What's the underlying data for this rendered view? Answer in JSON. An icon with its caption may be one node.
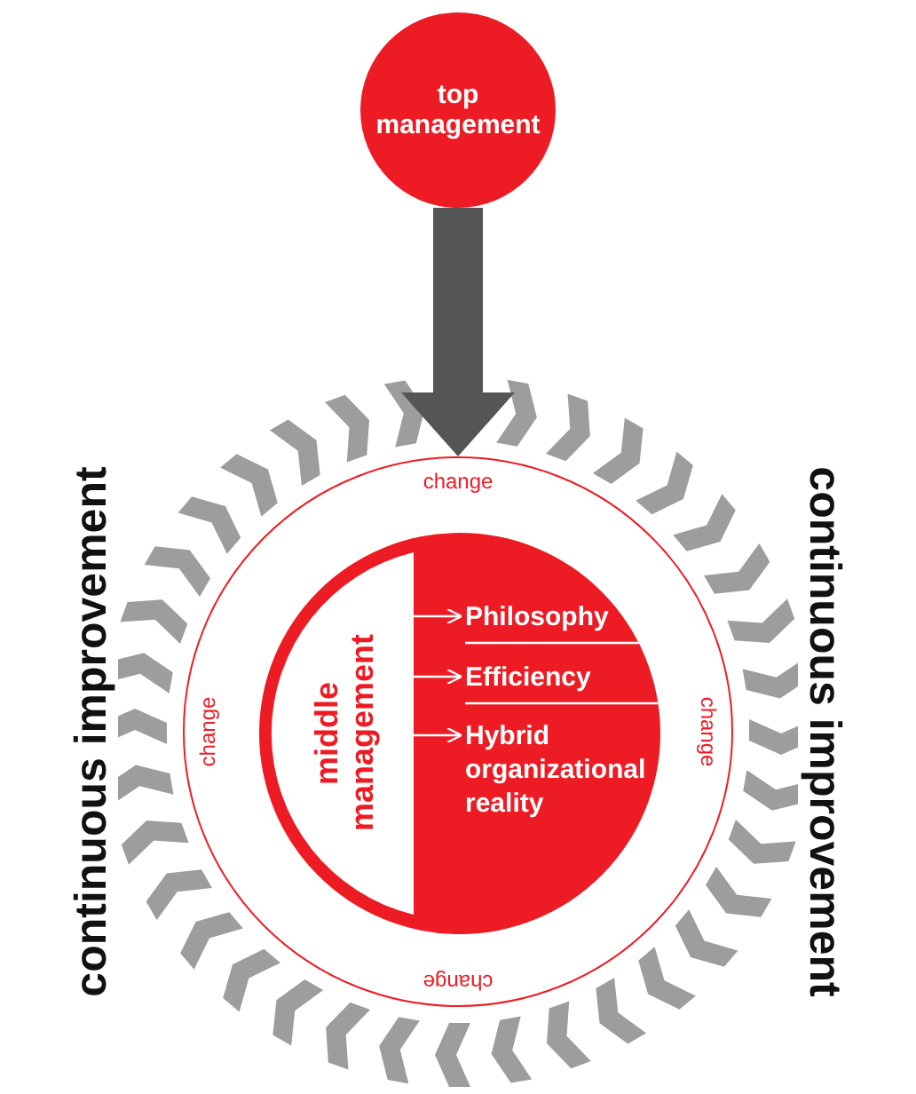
{
  "diagram": {
    "nodes": [
      {
        "text": [
          "top management"
        ]
      },
      {
        "text": [],
        "shape": "circle"
      },
      {
        "text": [],
        "shape": "circle",
        "in": 1
      },
      {
        "text": [
          "middle management"
        ],
        "in": 2
      },
      {
        "text": [
          "Philosophy"
        ],
        "in": 2
      },
      {
        "text": [
          "Efficiency"
        ],
        "in": 2
      },
      {
        "text": [
          "Hybrid organizational reality"
        ],
        "in": 2
      }
    ],
    "edges": [
      {
        "from": 0,
        "to": 1,
        "arrow": "to",
        "style": "thick",
        "color": "#555555"
      },
      {
        "from": 3,
        "to": 4,
        "arrow": "to"
      },
      {
        "from": 3,
        "to": 5,
        "arrow": "to"
      },
      {
        "from": 3,
        "to": 6,
        "arrow": "to"
      }
    ],
    "labels": [
      "change",
      "continuous improvement",
      "continuous improvement",
      "change",
      "change",
      "change"
    ]
  }
}
